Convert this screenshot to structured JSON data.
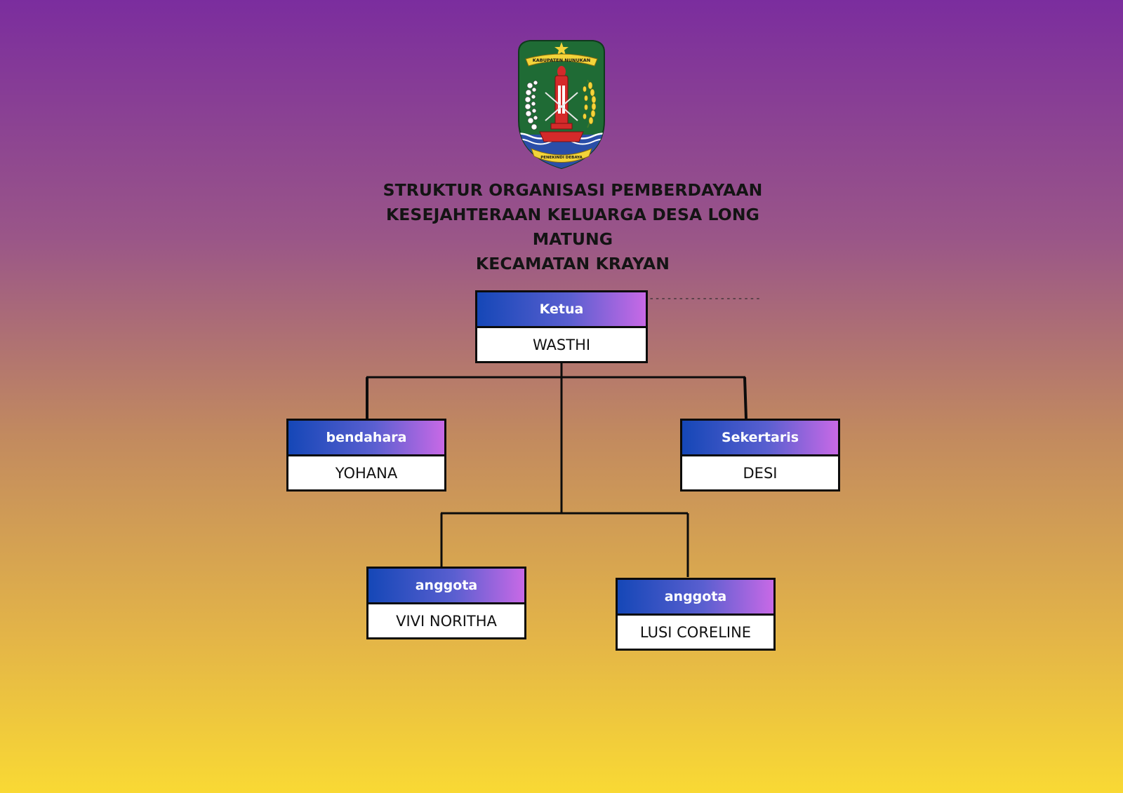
{
  "emblem": {
    "icon": "kabupaten-nunukan-emblem-icon",
    "ribbon_top": "KABUPATEN NUNUKAN",
    "ribbon_bottom": "PENEKINDI DEBAYA",
    "colors": {
      "shield": "#1f6b35",
      "water": "#2a4ea8",
      "ribbon": "#f3d43a",
      "tower": "#d42a2a"
    }
  },
  "title": {
    "lines": [
      "STRUKTUR ORGANISASI PEMBERDAYAAN",
      "KESEJAHTERAAN KELUARGA DESA LONG",
      "MATUNG",
      "KECAMATAN KRAYAN"
    ]
  },
  "dashes": "-------------------",
  "org": {
    "ketua": {
      "role": "Ketua",
      "name": "WASTHI"
    },
    "bendahara": {
      "role": "bendahara",
      "name": "YOHANA"
    },
    "sekertaris": {
      "role": "Sekertaris",
      "name": "DESI"
    },
    "anggota_1": {
      "role": "anggota",
      "name": "VIVI NORITHA"
    },
    "anggota_2": {
      "role": "anggota",
      "name": "LUSI CORELINE"
    }
  },
  "colors": {
    "background_top": "#7b2d9e",
    "background_bottom": "#f9d934",
    "role_gradient_start": "#1547b7",
    "role_gradient_end": "#c869e6",
    "line": "#0c0c0c"
  }
}
